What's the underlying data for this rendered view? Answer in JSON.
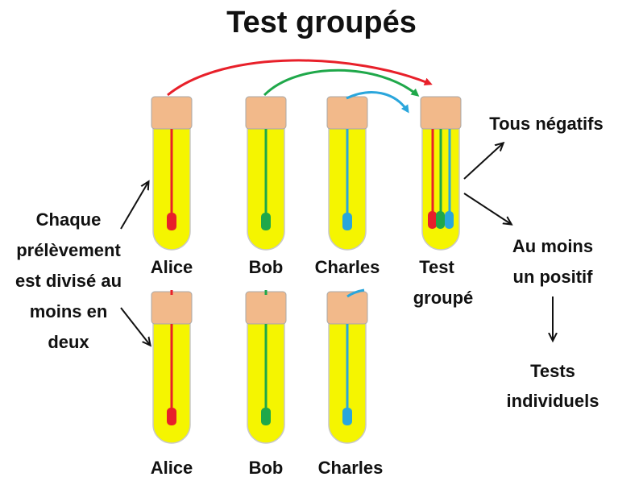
{
  "title": "Test groupés",
  "colors": {
    "tube_body": "#f5f500",
    "tube_outline": "#c8c8c8",
    "cap": "#f2b98a",
    "cap_outline": "#a8a8a8",
    "arrow_dark": "#111111",
    "swab_alice": "#e8202a",
    "swab_bob": "#1fa84a",
    "swab_charles": "#2aa6dc"
  },
  "tubes_top": [
    {
      "label": "Alice",
      "swab_color_key": "swab_alice"
    },
    {
      "label": "Bob",
      "swab_color_key": "swab_bob"
    },
    {
      "label": "Charles",
      "swab_color_key": "swab_charles"
    }
  ],
  "pooled_tube": {
    "label_line1": "Test",
    "label_line2": "groupé"
  },
  "tubes_bottom": [
    {
      "label": "Alice",
      "swab_color_key": "swab_alice"
    },
    {
      "label": "Bob",
      "swab_color_key": "swab_bob"
    },
    {
      "label": "Charles",
      "swab_color_key": "swab_charles"
    }
  ],
  "left_note": [
    "Chaque",
    "prélèvement",
    "est divisé au",
    "moins en",
    "deux"
  ],
  "outcomes": {
    "negative": "Tous négatifs",
    "positive_line1": "Au moins",
    "positive_line2": "un positif",
    "followup_line1": "Tests",
    "followup_line2": "individuels"
  }
}
